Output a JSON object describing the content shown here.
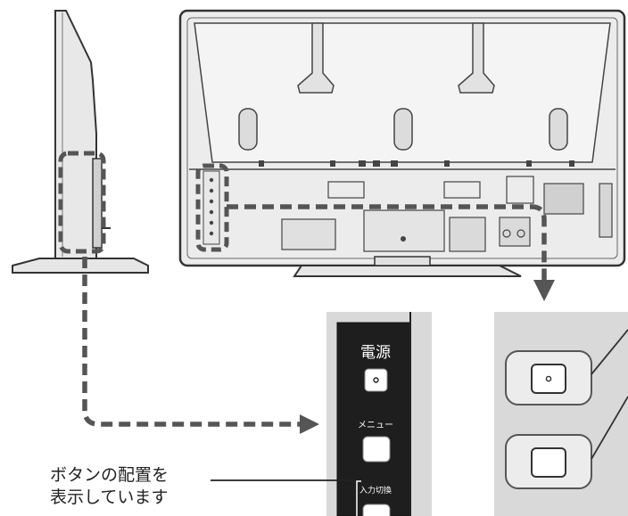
{
  "panel_labels": {
    "power": "電源",
    "menu": "メニュー",
    "input_switch": "入力切換"
  },
  "annotation": {
    "line1": "ボタンの配置を",
    "line2": "表示しています"
  },
  "colors": {
    "ink": "#333333",
    "panel_gray": "#d9d9d9",
    "tv_fill": "#ececec",
    "dashed": "#555555"
  }
}
